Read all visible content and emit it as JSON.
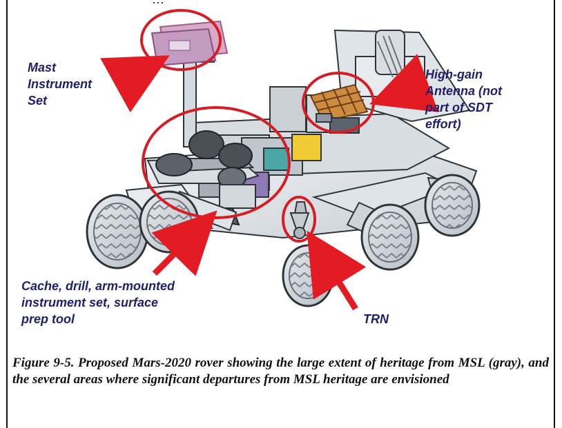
{
  "figure": {
    "labels": {
      "mast_instrument_set": "Mast\nInstrument\nSet",
      "high_gain_antenna": "High-gain\nAntenna (not\npart of SDT\neffort)",
      "cache_drill_arm": "Cache, drill, arm-mounted\ninstrument set, surface\nprep tool",
      "trn": "TRN"
    },
    "caption": "Figure 9-5. Proposed Mars-2020 rover showing the large extent of heritage from MSL (gray), and the several areas where significant departures from MSL heritage are envisioned",
    "top_fragment": "…"
  },
  "colors": {
    "callout_text": "#1f1f6b",
    "highlight_ring": "#d71d24",
    "arrow": "#e31b23",
    "rover_body": "#d8dde2",
    "rover_outline": "#2f3438",
    "accent_purple": "#8d7ab7",
    "accent_gold": "#cc8b3e",
    "accent_teal": "#4ba7a3"
  },
  "icons": {
    "mast_unit": "mast-instrument-block",
    "antenna": "high-gain-antenna-panel",
    "trn": "terrain-relative-navigation-sensor"
  }
}
